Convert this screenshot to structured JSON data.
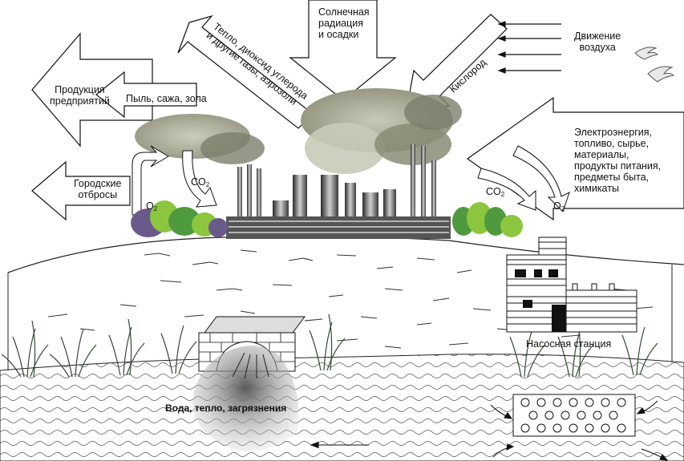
{
  "diagram": {
    "labels": {
      "solar": "Солнечная\nрадиация\nи осадки",
      "heat_gases": "Тепло, диоксид углерода\nи другие газы, аэрозоли",
      "oxygen": "Кислород",
      "air_movement": "Движение\nвоздуха",
      "products": "Продукция\nпредприятий",
      "dust": "Пыль, сажа, зола",
      "city_waste": "Городские\nотбросы",
      "co2_left": "CO",
      "co2_right": "CO",
      "o2_left": "O",
      "o2_right": "O",
      "subscript_2": "2",
      "inputs": "Электроэнергия,\nтопливо, сырье,\nматериалы,\nпродукты питания,\nпредметы быта,\nхимикаты",
      "pump_station": "Насосная станция",
      "outflow": "Вода, тепло, загрязнения"
    },
    "colors": {
      "smoke": "#9ea08a",
      "smoke_dark": "#6f7264",
      "foliage_green": "#4f9a3f",
      "foliage_light": "#8cc63f",
      "foliage_purple": "#6a5a8a",
      "outflow": "#8a8a8a"
    },
    "icons": [
      "birds-icon",
      "factory-icon",
      "pump-station-icon",
      "drain-culvert-icon",
      "filter-bed-icon"
    ]
  }
}
